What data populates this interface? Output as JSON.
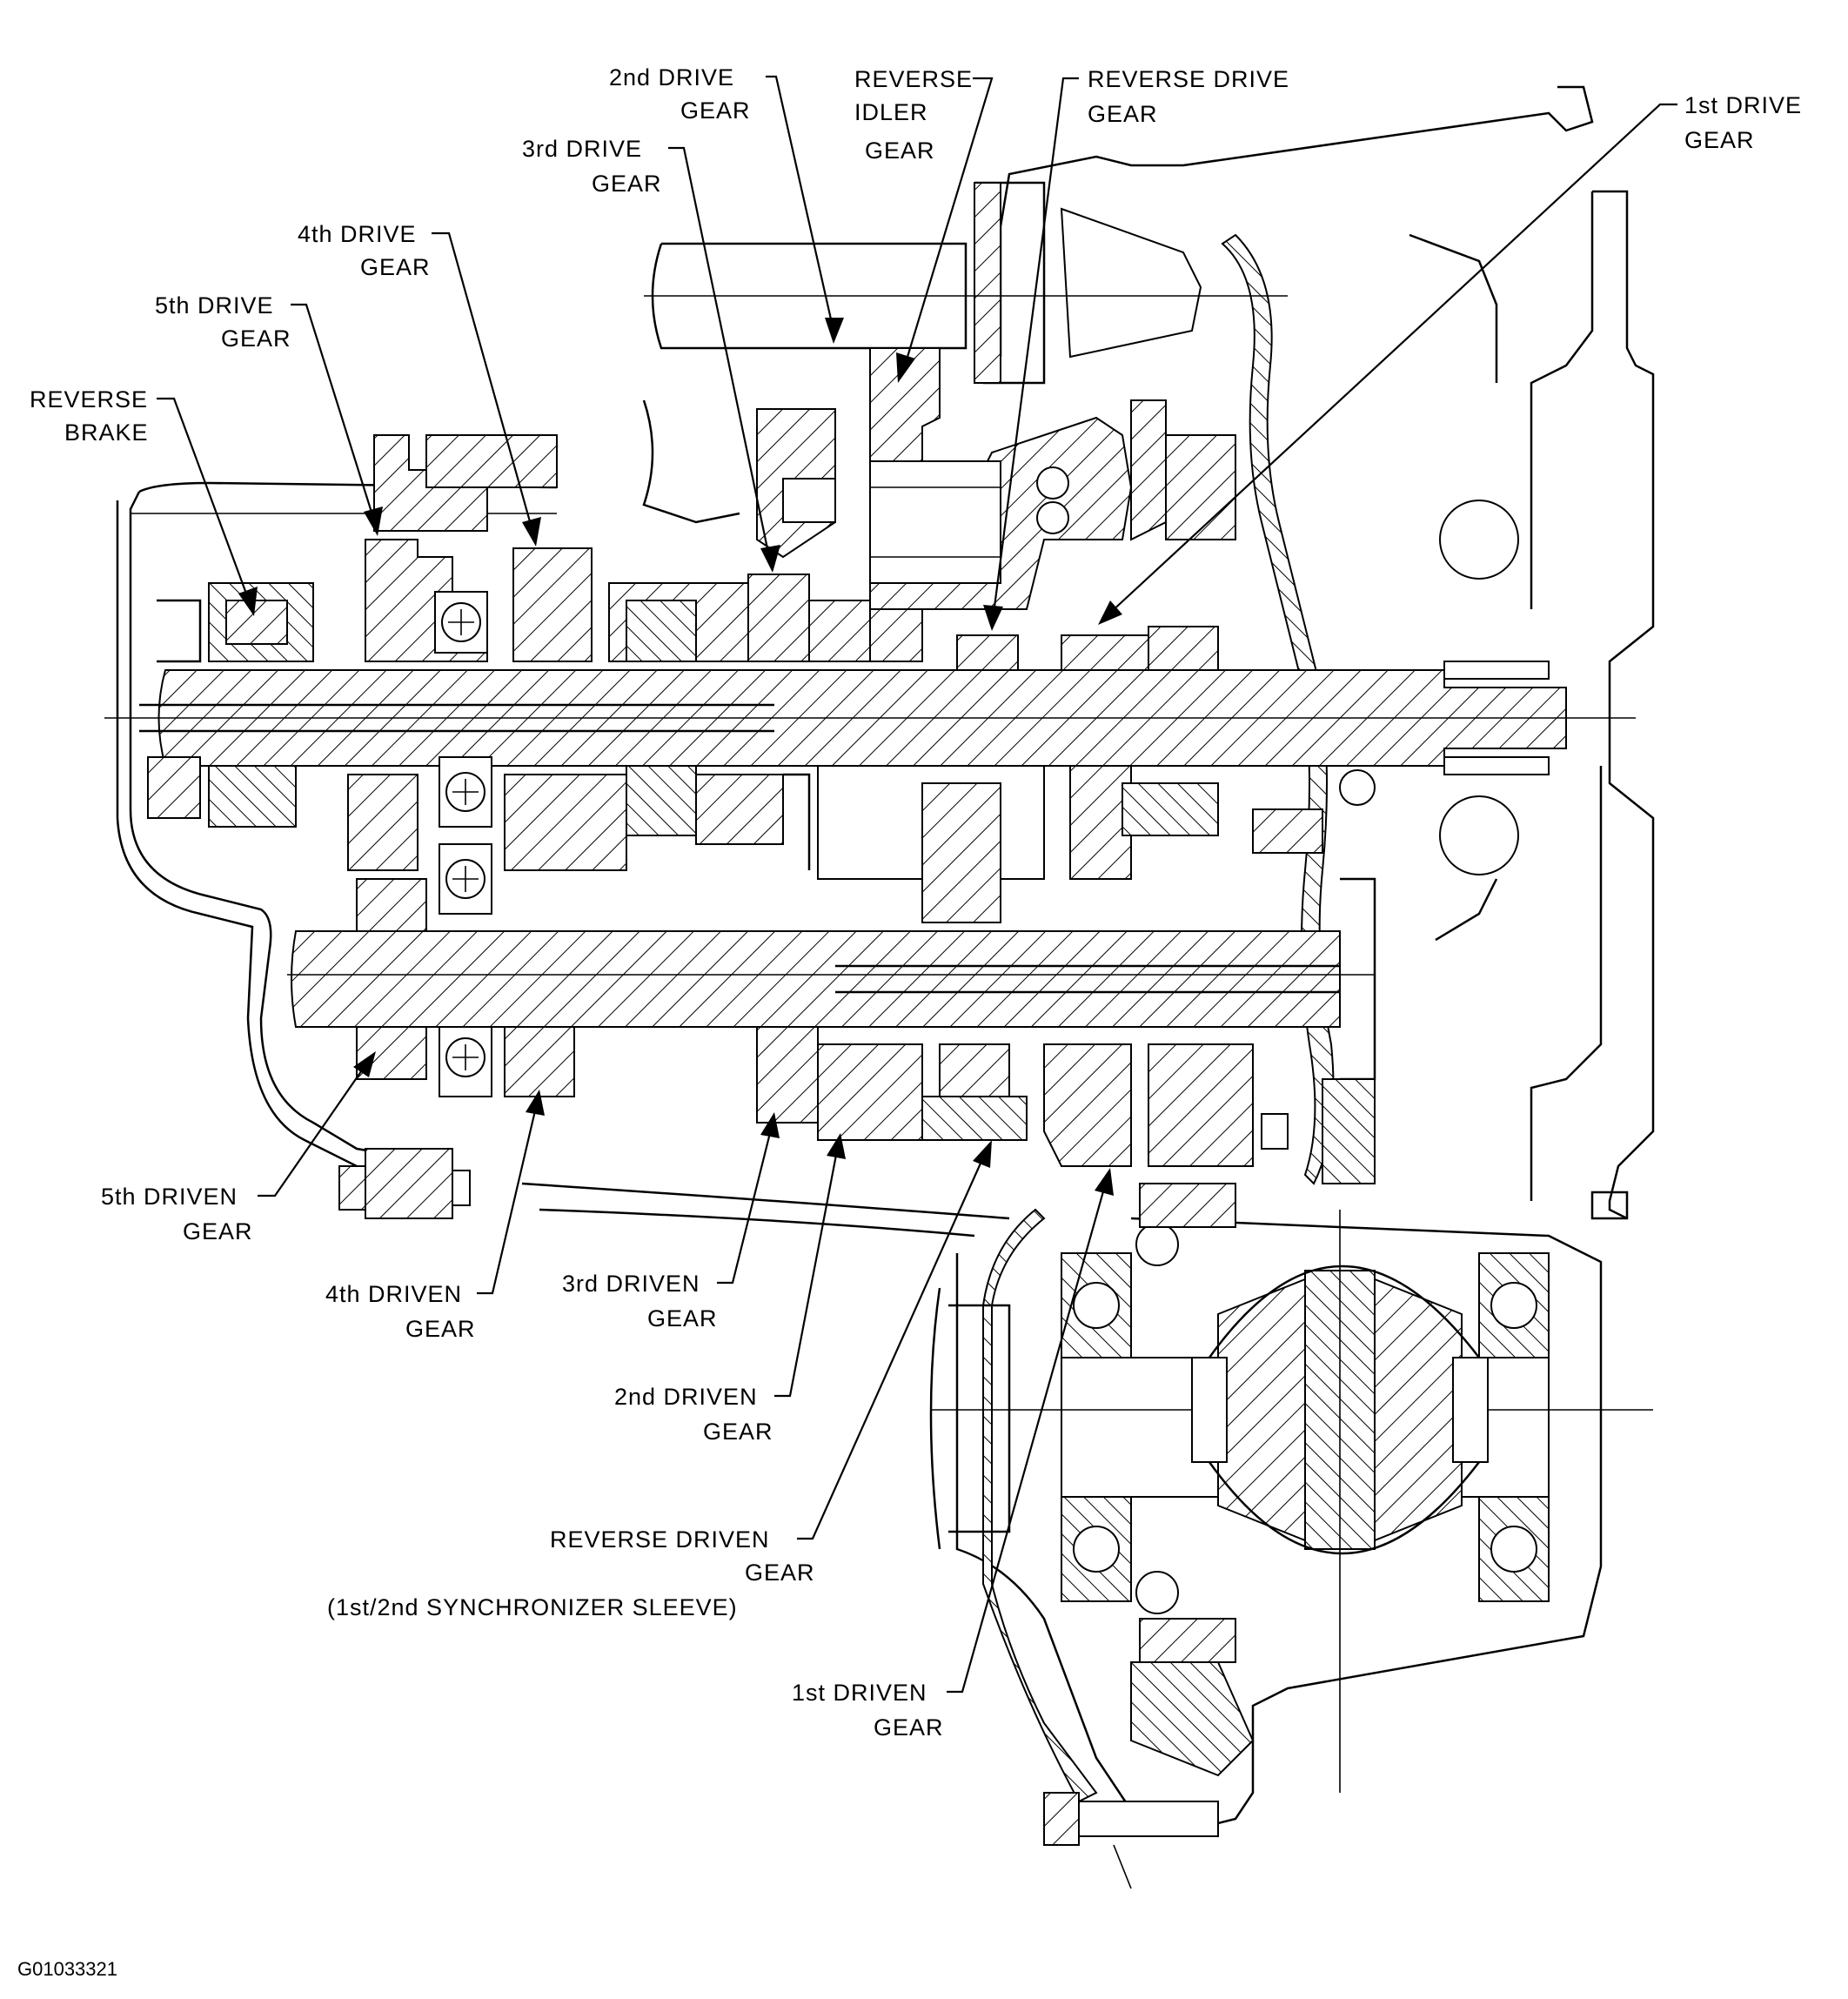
{
  "figure_id": "G01033321",
  "labels": {
    "second_drive": [
      "2nd DRIVE",
      "GEAR"
    ],
    "reverse_idler": [
      "REVERSE",
      "IDLER",
      "GEAR"
    ],
    "reverse_drive": [
      "REVERSE DRIVE",
      "GEAR"
    ],
    "first_drive": [
      "1st DRIVE",
      "GEAR"
    ],
    "third_drive": [
      "3rd DRIVE",
      "GEAR"
    ],
    "fourth_drive": [
      "4th DRIVE",
      "GEAR"
    ],
    "fifth_drive": [
      "5th DRIVE",
      "GEAR"
    ],
    "reverse_brake": [
      "REVERSE",
      "BRAKE"
    ],
    "fifth_driven": [
      "5th DRIVEN",
      "GEAR"
    ],
    "fourth_driven": [
      "4th DRIVEN",
      "GEAR"
    ],
    "third_driven": [
      "3rd DRIVEN",
      "GEAR"
    ],
    "second_driven": [
      "2nd DRIVEN",
      "GEAR"
    ],
    "reverse_driven": [
      "REVERSE DRIVEN",
      "GEAR",
      "(1st/2nd SYNCHRONIZER SLEEVE)"
    ],
    "first_driven": [
      "1st DRIVEN",
      "GEAR"
    ]
  }
}
